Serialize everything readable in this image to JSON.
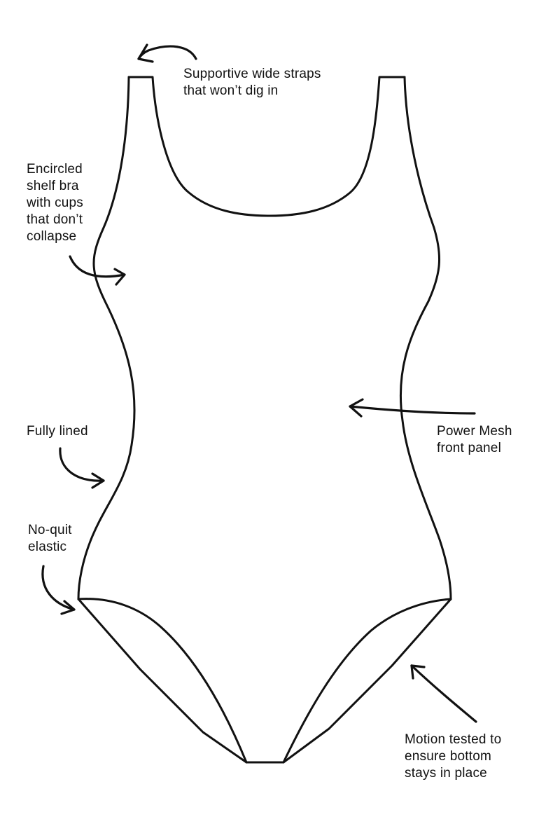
{
  "callouts": {
    "straps": {
      "lines": [
        "Supportive wide straps",
        "that won’t dig in"
      ]
    },
    "shelf_bra": {
      "lines": [
        "Encircled",
        "shelf bra",
        "with cups",
        "that don’t",
        "collapse"
      ]
    },
    "fully_lined": {
      "lines": [
        "Fully lined"
      ]
    },
    "elastic": {
      "lines": [
        "No-quit",
        "elastic"
      ]
    },
    "power_mesh": {
      "lines": [
        "Power Mesh",
        "front panel"
      ]
    },
    "motion_tested": {
      "lines": [
        "Motion tested to",
        "ensure bottom",
        "stays in place"
      ]
    }
  },
  "colors": {
    "line": "#111111",
    "background": "#ffffff"
  }
}
